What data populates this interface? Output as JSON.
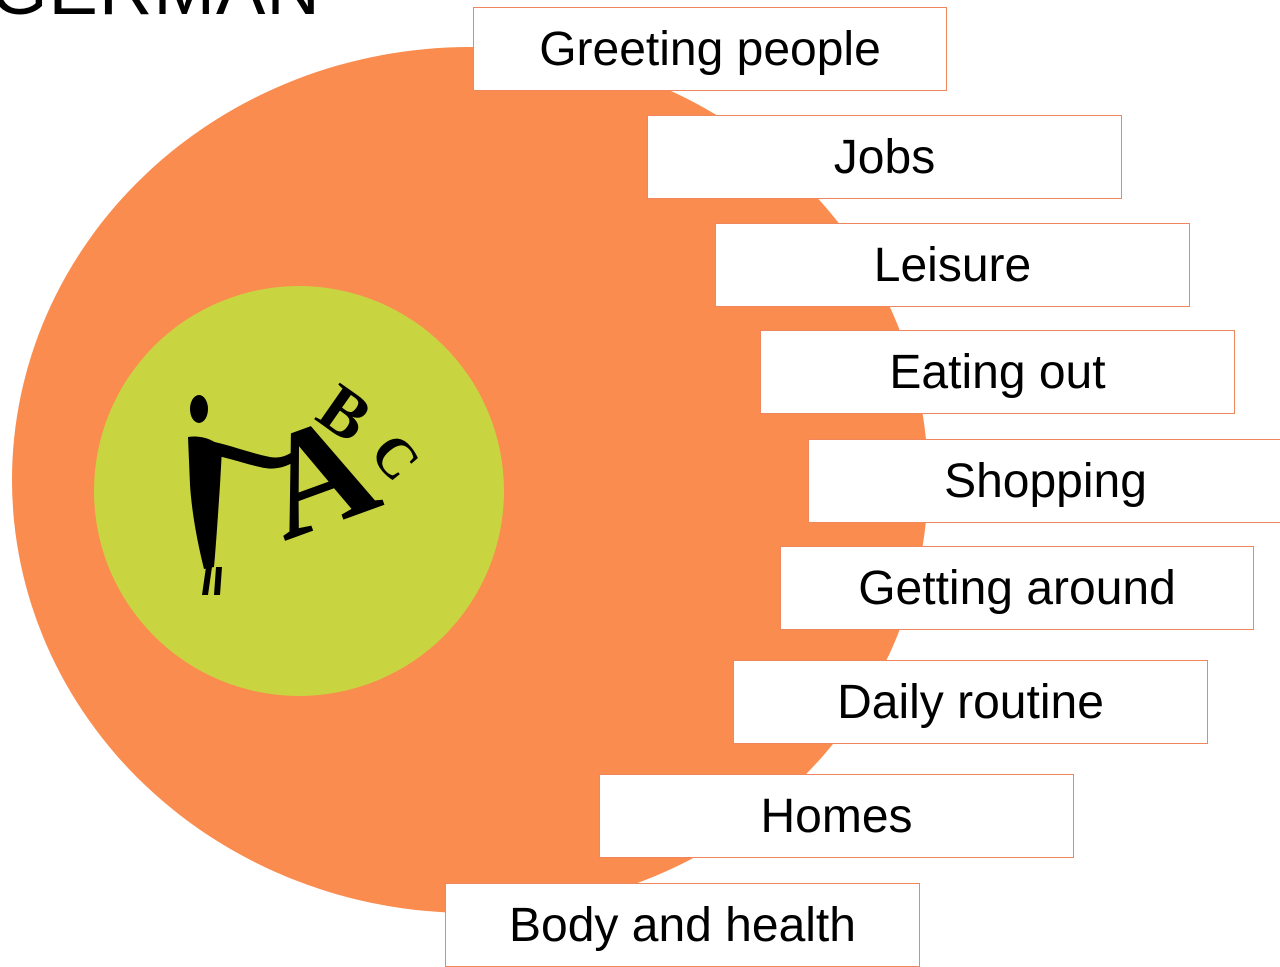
{
  "title": "GERMAN",
  "logo": {
    "icon": "person-with-abc-blocks-icon",
    "letters": [
      "A",
      "B",
      "C"
    ]
  },
  "colors": {
    "outer_circle": "#f98c4e",
    "inner_circle": "#c9d540",
    "box_border": "#f0875c"
  },
  "topics": [
    "Greeting people",
    "Jobs",
    "Leisure",
    "Eating out",
    "Shopping",
    "Getting around",
    "Daily routine",
    "Homes",
    "Body and health"
  ]
}
